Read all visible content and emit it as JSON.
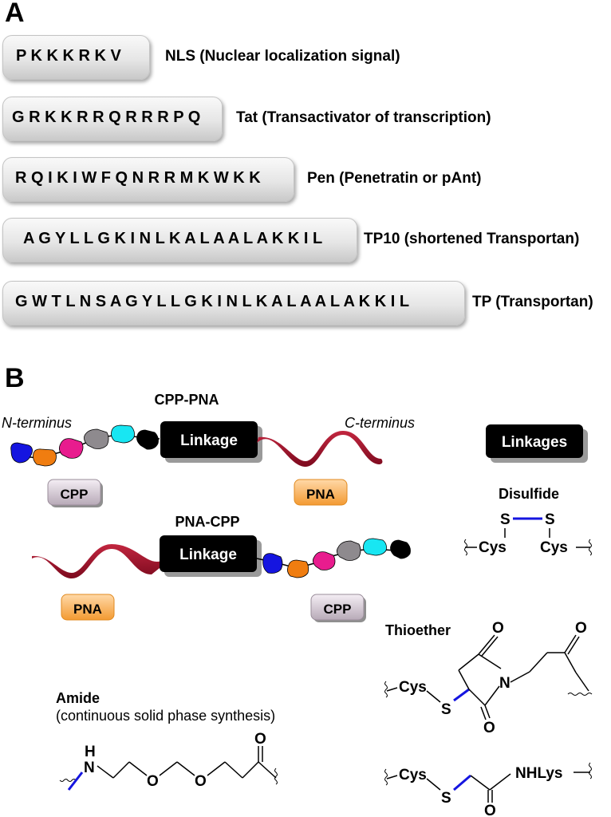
{
  "panel_a": {
    "letter": "A",
    "peptides": [
      {
        "sequence": "P K K K R K V",
        "label": "NLS (Nuclear localization signal)"
      },
      {
        "sequence": "G R K K R R Q R R R P Q",
        "label": "Tat (Transactivator of transcription)"
      },
      {
        "sequence": "R Q I K I W F Q N R R M K W K K",
        "label": "Pen (Penetratin or pAnt)"
      },
      {
        "sequence": "A G Y L L G K I N L K A L A A L A K K I L",
        "label": "TP10 (shortened Transportan)"
      },
      {
        "sequence": "G W T L N S A G Y L L G K I N L K A L A A L A K K I L",
        "label": "TP (Transportan)"
      }
    ]
  },
  "panel_b": {
    "letter": "B",
    "cpp_pna": {
      "title": "CPP-PNA",
      "n_terminus": "N-terminus",
      "c_terminus": "C-terminus",
      "linkage": "Linkage",
      "cpp": "CPP",
      "pna": "PNA"
    },
    "pna_cpp": {
      "title": "PNA-CPP",
      "linkage": "Linkage",
      "cpp": "CPP",
      "pna": "PNA"
    },
    "linkages_header": "Linkages",
    "disulfide": {
      "title": "Disulfide",
      "s1": "S",
      "s2": "S",
      "cys1": "Cys",
      "cys2": "Cys"
    },
    "thioether": {
      "title": "Thioether",
      "cys": "Cys",
      "s": "S",
      "n": "N",
      "o1": "O",
      "o2": "O",
      "o3": "O",
      "cys2": "Cys",
      "s2": "S",
      "o4": "O",
      "nhlys": "NHLys"
    },
    "amide": {
      "title": "Amide",
      "subtitle": "(continuous solid phase synthesis)",
      "h": "H",
      "n": "N",
      "o1": "O",
      "o2": "O",
      "o3": "O"
    },
    "colors": {
      "bead_blue": "#1515e0",
      "bead_orange": "#f07d10",
      "bead_pink": "#e81c8e",
      "bead_grey": "#8e8a8e",
      "bead_cyan": "#18e6f2",
      "bead_black": "#000000",
      "pna_strand": "#a3122e",
      "bond_blue": "#1515e0"
    }
  }
}
